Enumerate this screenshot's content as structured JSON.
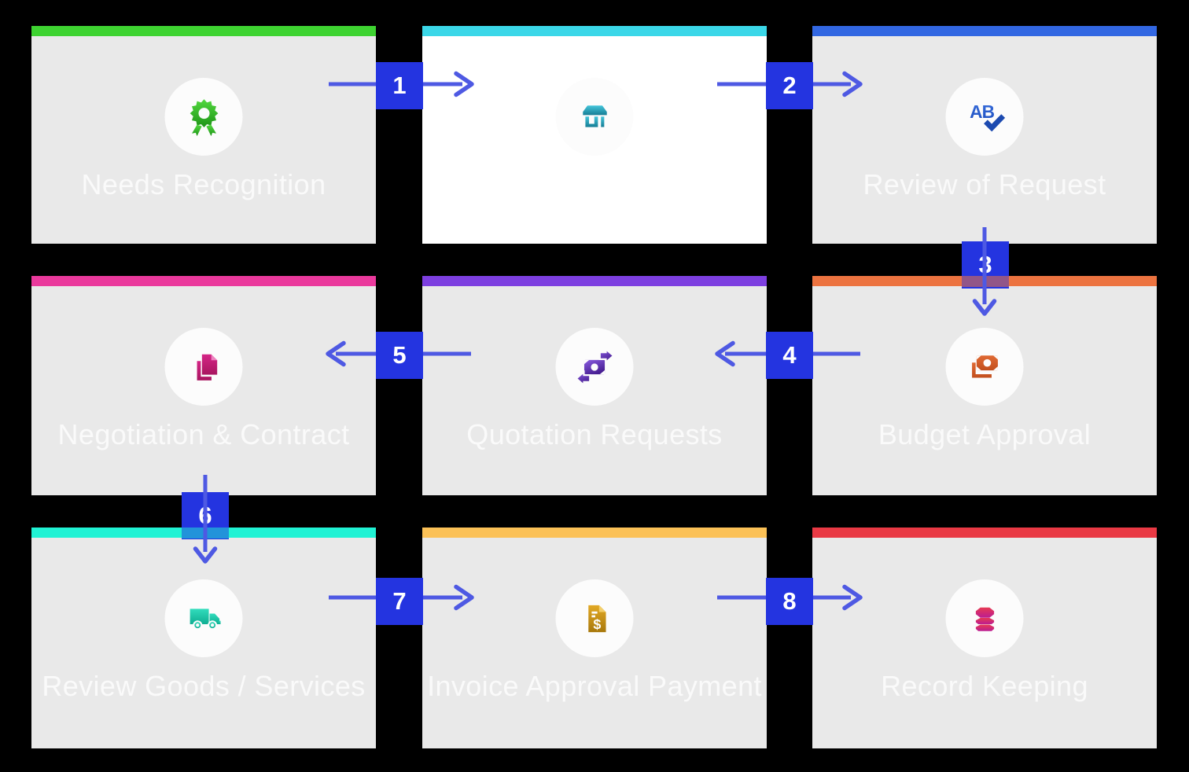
{
  "page": {
    "background": "#000000"
  },
  "colors": {
    "badge": "#2434e0",
    "arrow": "#4e59e3",
    "label": "#fafafa",
    "icon_circle": "#fcfcfc"
  },
  "cards": [
    {
      "label": "Needs Recognition",
      "bar_color": "#3ed331",
      "bg": "#e9e9e9",
      "icon": "award-ribbon-icon"
    },
    {
      "label": "",
      "bar_color": "#3bd7e8",
      "bg": "#ffffff",
      "icon": "storefront-icon"
    },
    {
      "label": "Review of Request",
      "bar_color": "#3267e2",
      "bg": "#e9e9e9",
      "icon": "ab-check-icon"
    },
    {
      "label": "Negotiation & Contract",
      "bar_color": "#ea399c",
      "bg": "#e9e9e9",
      "icon": "copy-documents-icon"
    },
    {
      "label": "Quotation Requests",
      "bar_color": "#7d3fe0",
      "bg": "#e9e9e9",
      "icon": "money-transfer-icon"
    },
    {
      "label": "Budget Approval",
      "bar_color": "#ec7340",
      "bg": "#e9e9e9",
      "icon": "banknotes-icon"
    },
    {
      "label": "Review Goods / Services",
      "bar_color": "#20f2d4",
      "bg": "#e9e9e9",
      "icon": "delivery-truck-icon"
    },
    {
      "label": "Invoice Approval Payment",
      "bar_color": "#fbc157",
      "bg": "#e9e9e9",
      "icon": "invoice-dollar-icon"
    },
    {
      "label": "Record Keeping",
      "bar_color": "#e93944",
      "bg": "#e9e9e9",
      "icon": "database-icon"
    }
  ],
  "connectors": [
    {
      "number": "1"
    },
    {
      "number": "2"
    },
    {
      "number": "3"
    },
    {
      "number": "4"
    },
    {
      "number": "5"
    },
    {
      "number": "6"
    },
    {
      "number": "7"
    },
    {
      "number": "8"
    }
  ]
}
